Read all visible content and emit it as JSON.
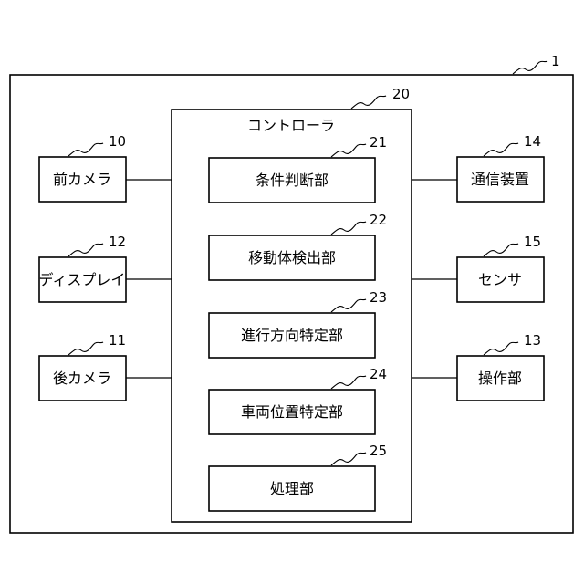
{
  "system": {
    "ref": "1"
  },
  "controller": {
    "label": "コントローラ",
    "ref": "20"
  },
  "units": [
    {
      "key": "condition",
      "label": "条件判断部",
      "ref": "21"
    },
    {
      "key": "moving",
      "label": "移動体検出部",
      "ref": "22"
    },
    {
      "key": "direction",
      "label": "進行方向特定部",
      "ref": "23"
    },
    {
      "key": "position",
      "label": "車両位置特定部",
      "ref": "24"
    },
    {
      "key": "processing",
      "label": "処理部",
      "ref": "25"
    }
  ],
  "left_devices": [
    {
      "key": "front-camera",
      "label": "前カメラ",
      "ref": "10"
    },
    {
      "key": "display",
      "label": "ディスプレイ",
      "ref": "12"
    },
    {
      "key": "rear-camera",
      "label": "後カメラ",
      "ref": "11"
    }
  ],
  "right_devices": [
    {
      "key": "communication",
      "label": "通信装置",
      "ref": "14"
    },
    {
      "key": "sensor",
      "label": "センサ",
      "ref": "15"
    },
    {
      "key": "operation",
      "label": "操作部",
      "ref": "13"
    }
  ]
}
